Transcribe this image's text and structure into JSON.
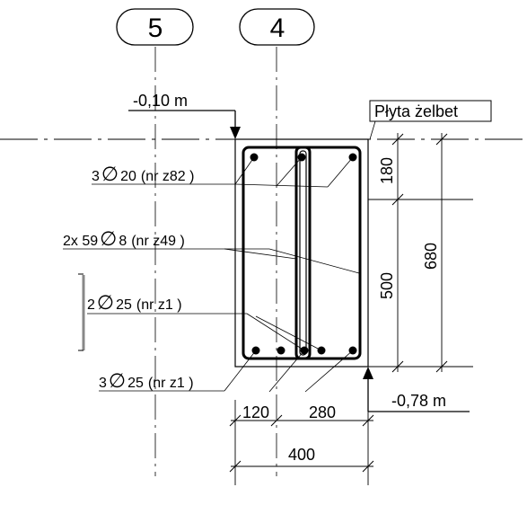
{
  "axes": [
    {
      "label": "5"
    },
    {
      "label": "4"
    }
  ],
  "levels": {
    "top": "-0,10 m",
    "bottom": "-0,78 m"
  },
  "slab_label": "Płyta żelbet",
  "rebars": {
    "top": {
      "count": "3",
      "diameter": "20",
      "ref": "(nr z82 )"
    },
    "stirrups": {
      "count": "2x 59",
      "diameter": "8",
      "ref": "(nr z49 )"
    },
    "middle": {
      "count": "2",
      "diameter": "25",
      "ref": "(nr z1 )"
    },
    "bottom": {
      "count": "3",
      "diameter": "25",
      "ref": "(nr z1 )"
    }
  },
  "diameter_symbol": "∅",
  "dimensions": {
    "vertical_top": "180",
    "vertical_bottom": "500",
    "vertical_total": "680",
    "horizontal_left": "120",
    "horizontal_right": "280",
    "horizontal_total": "400"
  }
}
